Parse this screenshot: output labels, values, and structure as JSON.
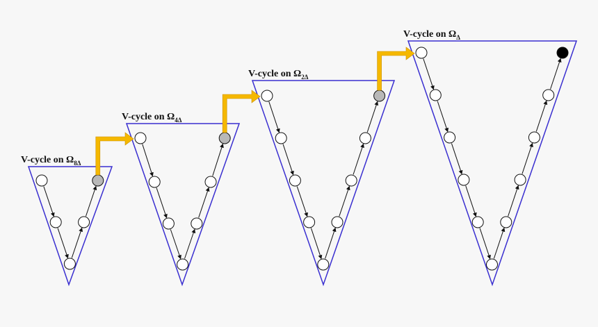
{
  "colors": {
    "background": "#f7f7f7",
    "triangle": "#3a2fd0",
    "arrow": "#f5b800",
    "node_open": "#ffffff",
    "node_transfer": "#b8b8b8",
    "node_final": "#000000",
    "edge": "#111111"
  },
  "cycles": [
    {
      "label": "V-cycle on Ω",
      "subscript": "8Δ",
      "end_node": "gray"
    },
    {
      "label": "V-cycle on Ω",
      "subscript": "4Δ",
      "end_node": "gray"
    },
    {
      "label": "V-cycle on Ω",
      "subscript": "2Δ",
      "end_node": "gray"
    },
    {
      "label": "V-cycle on Ω",
      "subscript": "Δ",
      "end_node": "black"
    }
  ]
}
